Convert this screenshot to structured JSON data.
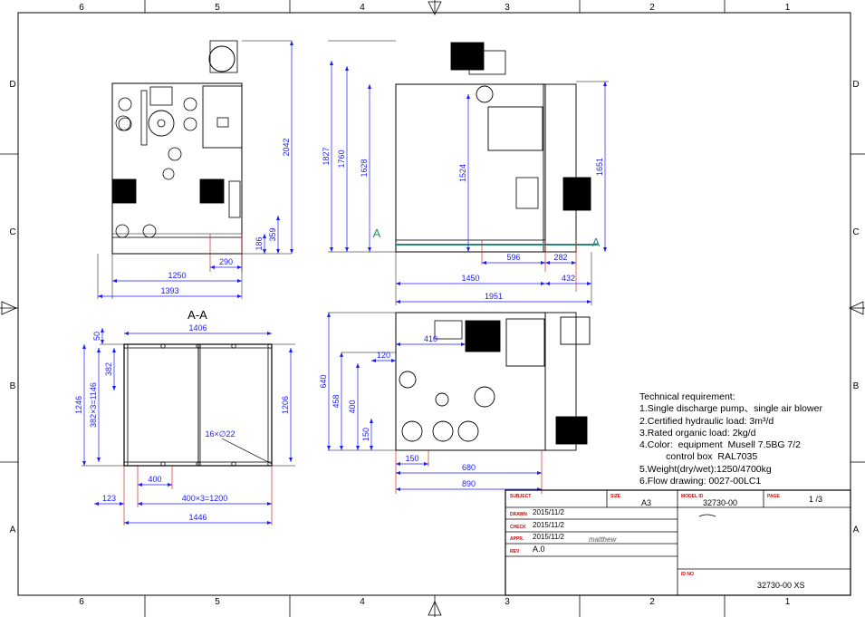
{
  "border": {
    "columns": [
      "6",
      "5",
      "4",
      "3",
      "2",
      "1"
    ],
    "rows": [
      "D",
      "C",
      "B",
      "A"
    ]
  },
  "views": {
    "front": {
      "dims": [
        "2042",
        "186",
        "359",
        "290",
        "1250",
        "1393"
      ]
    },
    "side": {
      "dims": [
        "1827",
        "1760",
        "1628",
        "1524",
        "1651",
        "596",
        "282",
        "1450",
        "432",
        "1951"
      ],
      "section_mark": "A"
    },
    "section": {
      "title": "A-A",
      "dims": [
        "50",
        "1406",
        "382",
        "1246",
        "382×3=1146",
        "1206",
        "16×∅22",
        "400",
        "123",
        "400×3=1200",
        "1446"
      ]
    },
    "top": {
      "dims": [
        "410",
        "120",
        "640",
        "458",
        "400",
        "150",
        "150",
        "680",
        "890"
      ]
    }
  },
  "tech": {
    "title": "Technical requirement:",
    "lines": [
      "1.Single discharge pump、single air blower",
      "2.Certified hydraulic load: 3m³/d",
      "3.Rated organic load: 2kg/d",
      "4.Color:  equipment  Musell 7.5BG 7/2",
      "          control box  RAL7035",
      "5.Weight(dry/wet):1250/4700kg",
      "6.Flow drawing: 0027-00LC1"
    ]
  },
  "title_block": {
    "labels": {
      "subject": "SUBJECT",
      "size": "SIZE",
      "model_id": "MODEL ID",
      "page": "PAGE",
      "drawn": "DRAWN",
      "check": "CHECK",
      "appr": "APPR.",
      "rev": "REV",
      "id_no": "ID NO"
    },
    "size": "A3",
    "model_id": "32730-00",
    "page": "1 /3",
    "drawn": "2015/11/2",
    "check": "2015/11/2",
    "appr": "2015/11/2",
    "signature": "matthew",
    "rev": "A.0",
    "id_no": "32730-00 XS"
  },
  "colors": {
    "line": "#000000",
    "dimension": "#1a1aff",
    "section_mark": "#2a8a7a",
    "label": "#d00000"
  }
}
